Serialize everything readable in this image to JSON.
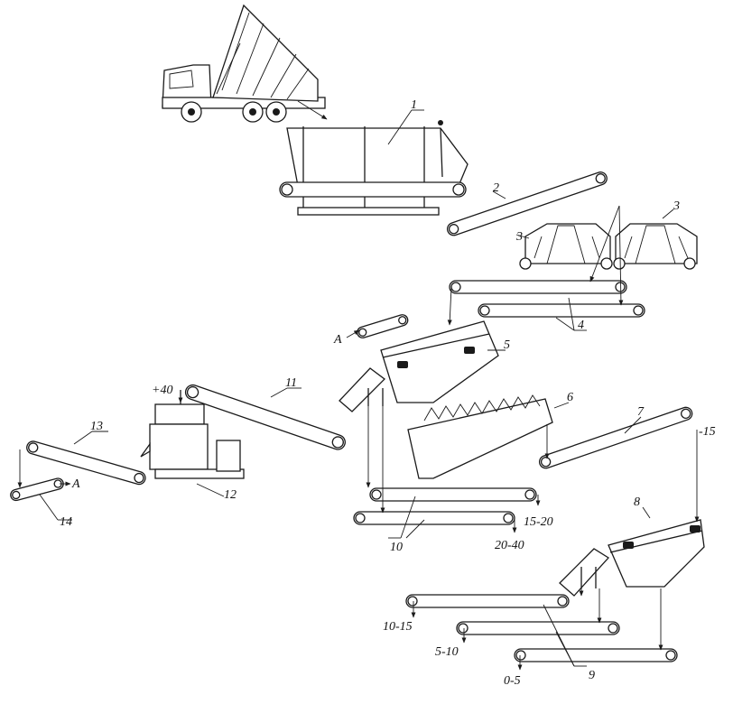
{
  "labels": {
    "n1": "1",
    "n2": "2",
    "n3a": "3",
    "n3b": "3",
    "n4": "4",
    "n5": "5",
    "n6": "6",
    "n7": "7",
    "n8": "8",
    "n9": "9",
    "n10": "10",
    "n11": "11",
    "n12": "12",
    "n13": "13",
    "n14": "14"
  },
  "fractions": {
    "plus40": "+40",
    "minus15": "-15",
    "f15_20": "15-20",
    "f20_40": "20-40",
    "f10_15": "10-15",
    "f5_10": "5-10",
    "f0_5": "0-5"
  },
  "markers": {
    "a_top": "A",
    "a_bottom": "A"
  }
}
